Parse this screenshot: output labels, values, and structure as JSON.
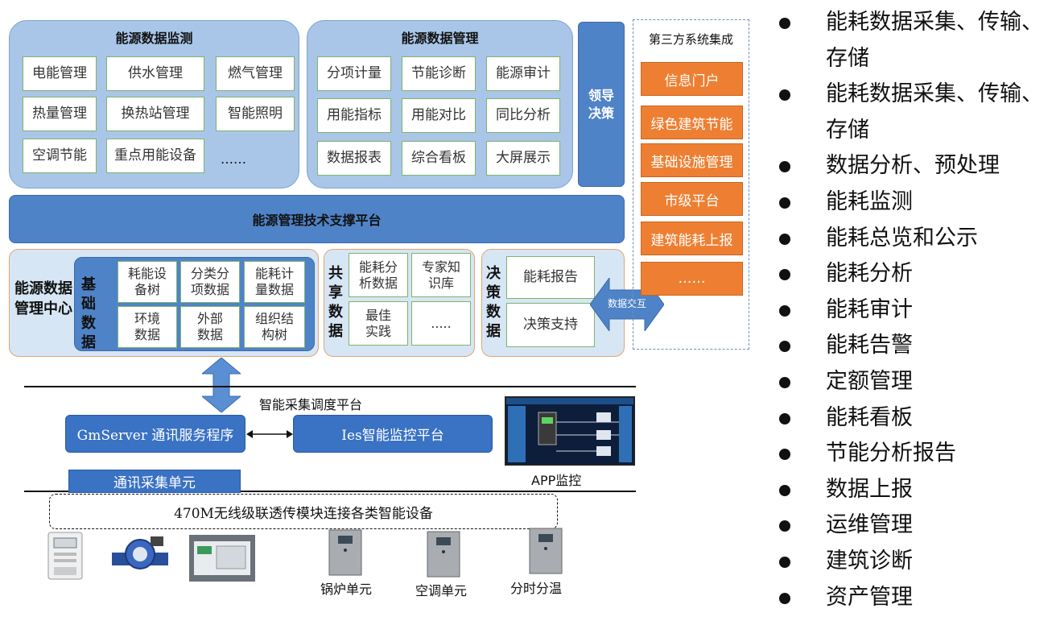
{
  "monitoring": {
    "title": "能源数据监测",
    "items": [
      "电能管理",
      "供水管理",
      "燃气管理",
      "热量管理",
      "换热站管理",
      "智能照明",
      "空调节能",
      "重点用能设备",
      "……"
    ]
  },
  "management": {
    "title": "能源数据管理",
    "items": [
      "分项计量",
      "节能诊断",
      "能源审计",
      "用能指标",
      "用能对比",
      "同比分析",
      "数据报表",
      "综合看板",
      "大屏展示"
    ]
  },
  "leader": {
    "label": "领导决策"
  },
  "platform": {
    "label": "能源管理技术支撑平台"
  },
  "center": {
    "label": "能源数据管理中心",
    "basic": {
      "label": "基础数据",
      "items": [
        "耗能设备树",
        "分类分项数据",
        "能耗计量数据",
        "环境数据",
        "外部数据",
        "组织结构树"
      ]
    },
    "shared": {
      "label": "共享数据",
      "items": [
        "能耗分析数据",
        "专家知识库",
        "最佳实践",
        "....."
      ]
    },
    "decision": {
      "label": "决策数据",
      "items": [
        "能耗报告",
        "决策支持"
      ]
    }
  },
  "exchange": {
    "label": "数据交互"
  },
  "third_party": {
    "title": "第三方系统集成",
    "items": [
      "信息门户",
      "绿色建筑节能",
      "基础设施管理",
      "市级平台",
      "建筑能耗上报",
      "……"
    ]
  },
  "collection": {
    "platform_label": "智能采集调度平台",
    "gmserver": "GmServer 通讯服务程序",
    "ies": "Ies智能监控平台",
    "unit": "通讯采集单元",
    "app_label": "APP监控",
    "wireless": "470M无线级联透传模块连接各类智能设备"
  },
  "devices": {
    "boiler": "锅炉单元",
    "ac": "空调单元",
    "temp": "分时分温"
  },
  "features": [
    "能耗数据采集、传输、存储",
    "能耗数据采集、传输、存储",
    "数据分析、预处理",
    "能耗监测",
    "能耗总览和公示",
    "能耗分析",
    "能耗审计",
    "能耗告警",
    "定额管理",
    "能耗看板",
    "节能分析报告",
    "数据上报",
    "运维管理",
    "建筑诊断",
    "资产管理"
  ],
  "colors": {
    "panel": "#a9c6e8",
    "bar": "#4f83c8",
    "orange": "#ee7f32",
    "dark_blue": "#3a72c4",
    "cell_border": "#7fb36c"
  }
}
